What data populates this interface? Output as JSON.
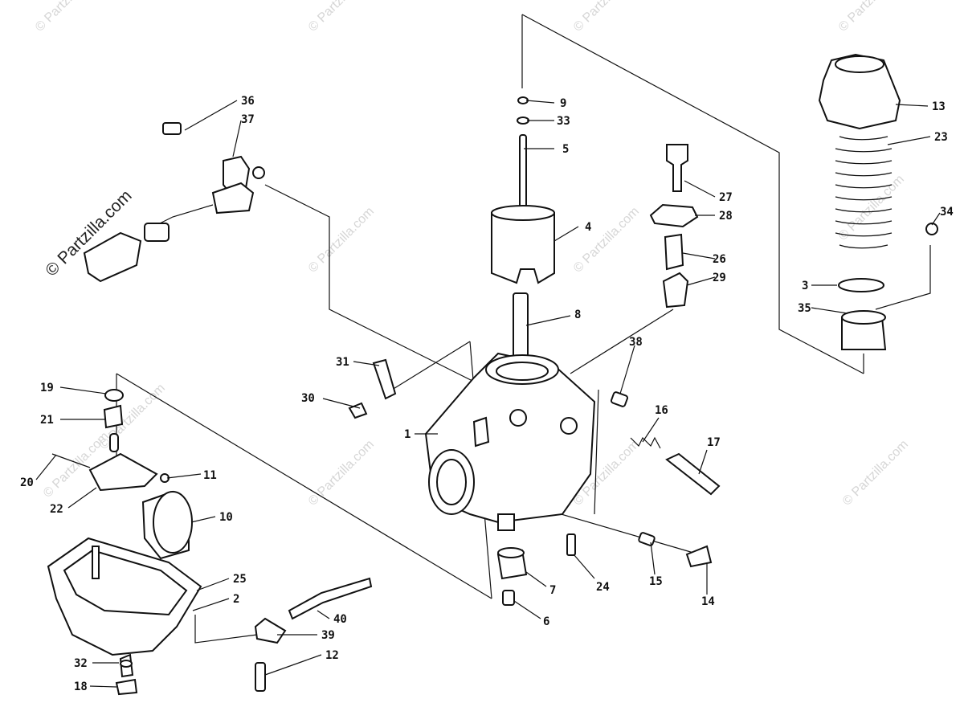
{
  "watermark_main": "© Partzilla.com",
  "watermarks": [
    "© Partzilla.com",
    "© Partzilla.com",
    "© Partzilla.com",
    "© Partzilla.com",
    "© Partzilla.com",
    "© Partzilla.com",
    "© Partzilla.com",
    "© Partzilla.com",
    "© Partzilla.com",
    "© Partzilla.com",
    "© Partzilla.com",
    "© Partzilla.com"
  ],
  "callouts": {
    "c1": "1",
    "c2": "2",
    "c3": "3",
    "c4": "4",
    "c5": "5",
    "c6": "6",
    "c7": "7",
    "c8": "8",
    "c9": "9",
    "c10": "10",
    "c11": "11",
    "c12": "12",
    "c13": "13",
    "c14": "14",
    "c15": "15",
    "c16": "16",
    "c17": "17",
    "c18": "18",
    "c19": "19",
    "c20": "20",
    "c21": "21",
    "c22": "22",
    "c23": "23",
    "c24": "24",
    "c25": "25",
    "c26": "26",
    "c27": "27",
    "c28": "28",
    "c29": "29",
    "c30": "30",
    "c31": "31",
    "c32": "32",
    "c33": "33",
    "c34": "34",
    "c35": "35",
    "c36": "36",
    "c37": "37",
    "c38": "38",
    "c39": "39",
    "c40": "40"
  }
}
